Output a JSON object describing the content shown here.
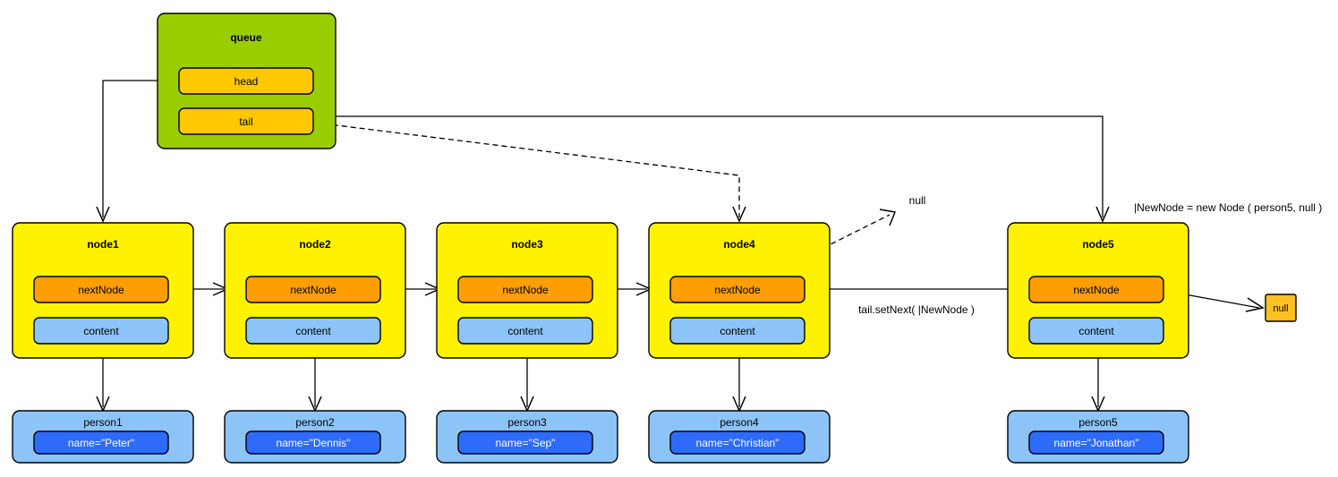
{
  "diagram": {
    "title_hidden": "",
    "colors": {
      "queue_fill": "#9ACD00",
      "node_fill": "#FFF200",
      "slot_fill": "#FFC800",
      "nextnode_fill": "#FF9E00",
      "content_fill": "#8CC4F8",
      "person_fill": "#8CC4F8",
      "name_fill": "#2F6BFB",
      "null_fill": "#FFC122",
      "stroke": "#000000",
      "background": "#FFFFFF"
    },
    "queue": {
      "label": "queue",
      "slots": [
        {
          "label": "head"
        },
        {
          "label": "tail"
        }
      ]
    },
    "nodes": [
      {
        "title": "node1",
        "next_label": "nextNode",
        "content_label": "content"
      },
      {
        "title": "node2",
        "next_label": "nextNode",
        "content_label": "content"
      },
      {
        "title": "node3",
        "next_label": "nextNode",
        "content_label": "content"
      },
      {
        "title": "node4",
        "next_label": "nextNode",
        "content_label": "content"
      },
      {
        "title": "node5",
        "next_label": "nextNode",
        "content_label": "content"
      }
    ],
    "persons": [
      {
        "title": "person1",
        "name": "name=\"Peter\""
      },
      {
        "title": "person2",
        "name": "name=\"Dennis\""
      },
      {
        "title": "person3",
        "name": "name=\"Sep\""
      },
      {
        "title": "person4",
        "name": "name=\"Christian\""
      },
      {
        "title": "person5",
        "name": "name=\"Jonathan\""
      }
    ],
    "annotations": {
      "null_text": "null",
      "null_box_text": "null",
      "set_next_call": "tail.setNext( |NewNode )",
      "new_node_stmt": "|NewNode = new Node ( person5, null )"
    }
  }
}
